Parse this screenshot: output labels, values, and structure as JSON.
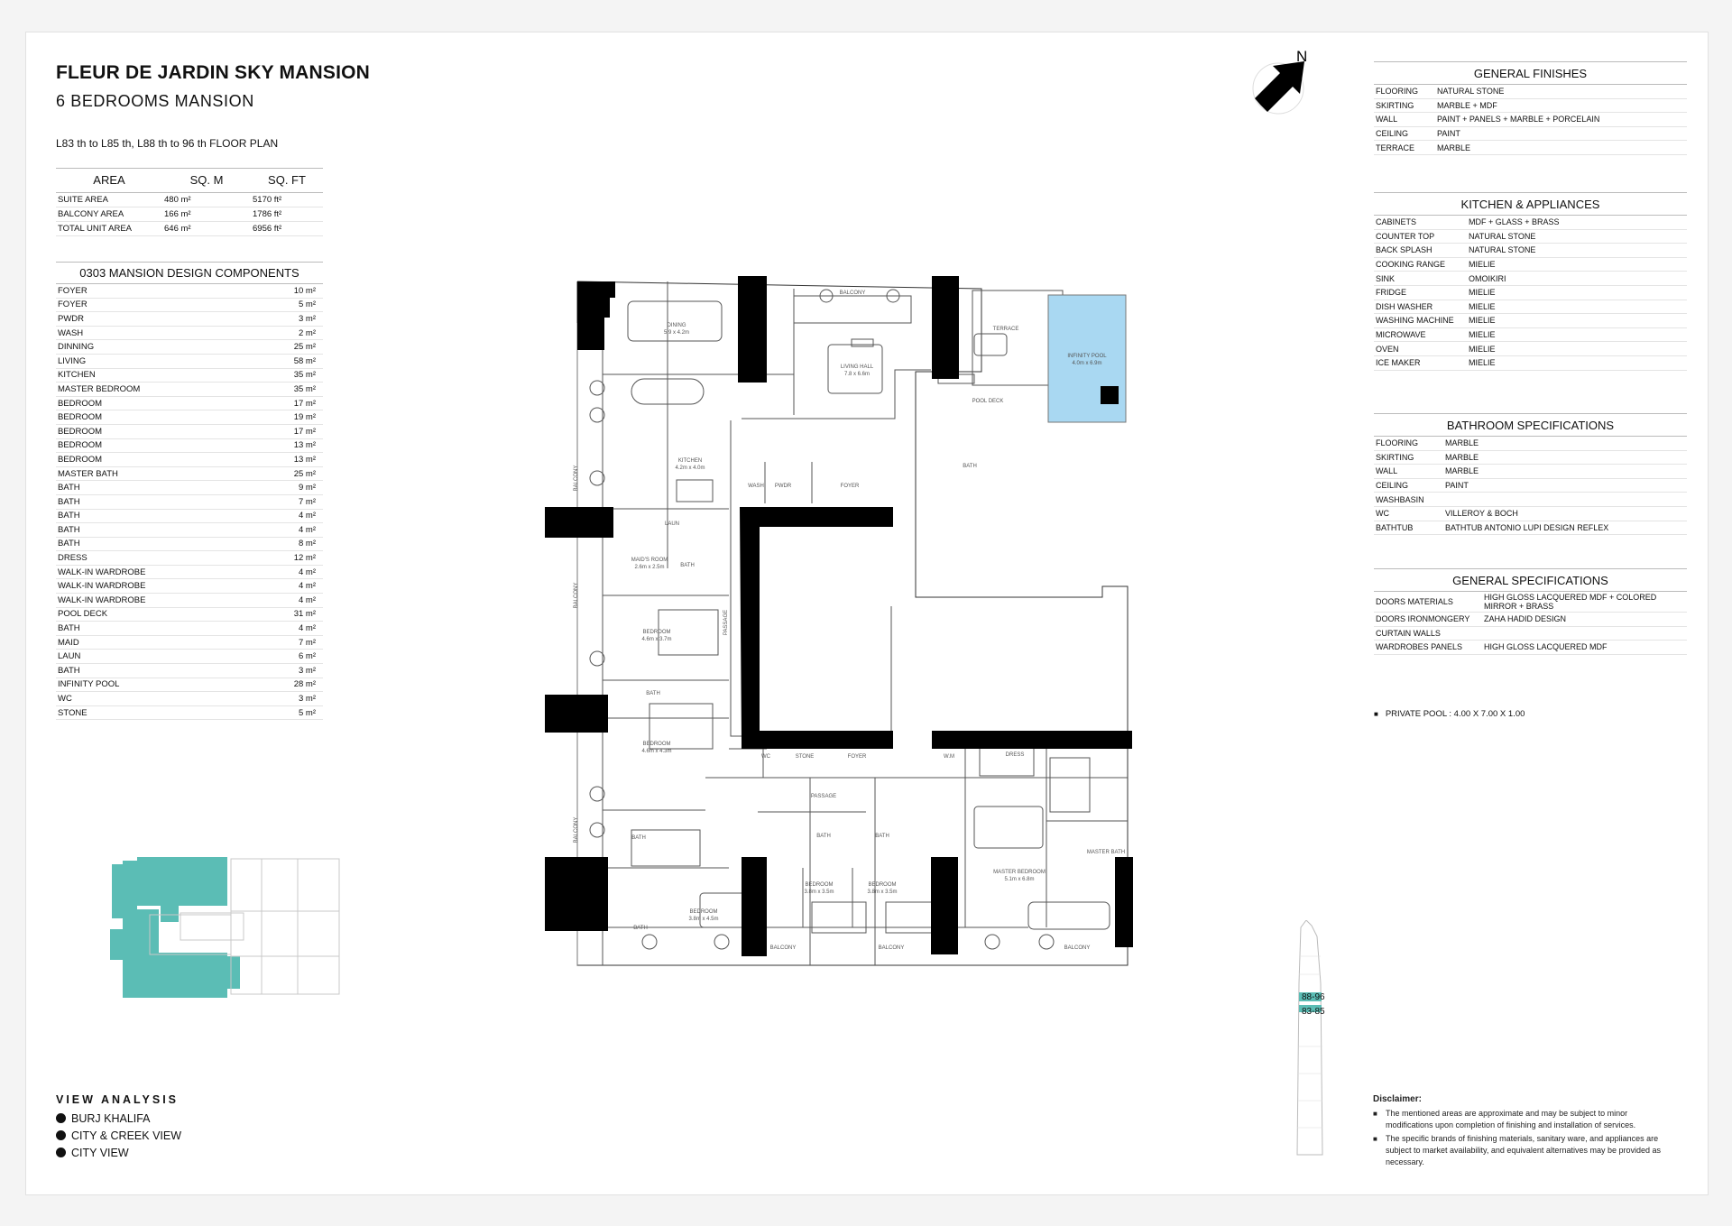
{
  "header": {
    "title": "FLEUR DE JARDIN SKY MANSION",
    "subtitle": "6 BEDROOMS MANSION",
    "floors": "L83 th to L85 th, L88 th to 96 th FLOOR PLAN"
  },
  "area_table": {
    "headers": [
      "AREA",
      "SQ. M",
      "SQ. FT"
    ],
    "rows": [
      [
        "SUITE AREA",
        "480 m²",
        "5170 ft²"
      ],
      [
        "BALCONY AREA",
        "166 m²",
        "1786 ft²"
      ],
      [
        "TOTAL UNIT AREA",
        "646 m²",
        "6956 ft²"
      ]
    ]
  },
  "components": {
    "title": "0303 MANSION DESIGN COMPONENTS",
    "rows": [
      [
        "FOYER",
        "10 m²"
      ],
      [
        "FOYER",
        "5 m²"
      ],
      [
        "PWDR",
        "3 m²"
      ],
      [
        "WASH",
        "2 m²"
      ],
      [
        "DINNING",
        "25 m²"
      ],
      [
        "LIVING",
        "58 m²"
      ],
      [
        "KITCHEN",
        "35 m²"
      ],
      [
        "MASTER BEDROOM",
        "35 m²"
      ],
      [
        "BEDROOM",
        "17 m²"
      ],
      [
        "BEDROOM",
        "19 m²"
      ],
      [
        "BEDROOM",
        "17 m²"
      ],
      [
        "BEDROOM",
        "13 m²"
      ],
      [
        "BEDROOM",
        "13 m²"
      ],
      [
        "MASTER BATH",
        "25 m²"
      ],
      [
        "BATH",
        "9 m²"
      ],
      [
        "BATH",
        "7 m²"
      ],
      [
        "BATH",
        "4 m²"
      ],
      [
        "BATH",
        "4 m²"
      ],
      [
        "BATH",
        "8 m²"
      ],
      [
        "DRESS",
        "12 m²"
      ],
      [
        "WALK-IN WARDROBE",
        "4 m²"
      ],
      [
        "WALK-IN WARDROBE",
        "4 m²"
      ],
      [
        "WALK-IN WARDROBE",
        "4 m²"
      ],
      [
        "POOL DECK",
        "31 m²"
      ],
      [
        "BATH",
        "4 m²"
      ],
      [
        "MAID",
        "7 m²"
      ],
      [
        "LAUN",
        "6 m²"
      ],
      [
        "BATH",
        "3 m²"
      ],
      [
        "INFINITY POOL",
        "28 m²"
      ],
      [
        "WC",
        "3 m²"
      ],
      [
        "STONE",
        "5 m²"
      ]
    ]
  },
  "compass": {
    "label": "N"
  },
  "specs": [
    {
      "title": "GENERAL FINISHES",
      "key_width": 68,
      "rows": [
        [
          "FLOORING",
          "NATURAL STONE"
        ],
        [
          "SKIRTING",
          "MARBLE + MDF"
        ],
        [
          "WALL",
          "PAINT + PANELS + MARBLE + PORCELAIN"
        ],
        [
          "CEILING",
          "PAINT"
        ],
        [
          "TERRACE",
          "MARBLE"
        ]
      ]
    },
    {
      "title": "KITCHEN & APPLIANCES",
      "key_width": 103,
      "rows": [
        [
          "CABINETS",
          "MDF + GLASS + BRASS"
        ],
        [
          "COUNTER TOP",
          "NATURAL STONE"
        ],
        [
          "BACK SPLASH",
          "NATURAL STONE"
        ],
        [
          "COOKING RANGE",
          "MIELIE"
        ],
        [
          "SINK",
          "OMOIKIRI"
        ],
        [
          "FRIDGE",
          "MIELIE"
        ],
        [
          "DISH WASHER",
          "MIELIE"
        ],
        [
          "WASHING MACHINE",
          "MIELIE"
        ],
        [
          "MICROWAVE",
          "MIELIE"
        ],
        [
          "OVEN",
          "MIELIE"
        ],
        [
          "ICE MAKER",
          "MIELIE"
        ]
      ]
    },
    {
      "title": "BATHROOM SPECIFICATIONS",
      "key_width": 77,
      "rows": [
        [
          "FLOORING",
          "MARBLE"
        ],
        [
          "SKIRTING",
          "MARBLE"
        ],
        [
          "WALL",
          "MARBLE"
        ],
        [
          "CEILING",
          "PAINT"
        ],
        [
          "WASHBASIN",
          ""
        ],
        [
          "WC",
          "VILLEROY & BOCH"
        ],
        [
          "BATHTUB",
          "BATHTUB ANTONIO LUPI DESIGN REFLEX"
        ]
      ]
    },
    {
      "title": "GENERAL SPECIFICATIONS",
      "key_width": 120,
      "rows": [
        [
          "DOORS MATERIALS",
          "HIGH GLOSS LACQUERED MDF + COLORED MIRROR + BRASS"
        ],
        [
          "DOORS IRONMONGERY",
          "ZAHA HADID DESIGN"
        ],
        [
          "CURTAIN WALLS",
          ""
        ],
        [
          "WARDROBES PANELS",
          "HIGH GLOSS LACQUERED MDF"
        ]
      ]
    }
  ],
  "pool_note": "PRIVATE POOL : 4.00 X 7.00 X 1.00",
  "disclaimer": {
    "title": "Disclaimer:",
    "items": [
      "The mentioned areas are approximate and may be subject to minor modifications upon completion of finishing and installation of services.",
      "The specific brands of finishing materials, sanitary ware, and appliances are subject to market availability, and equivalent alternatives may be provided as necessary."
    ]
  },
  "view_analysis": {
    "title": "VIEW ANALYSIS",
    "items": [
      "BURJ KHALIFA",
      "CITY & CREEK VIEW",
      "CITY VIEW"
    ]
  },
  "levels": {
    "upper": "88-96",
    "lower": "83-85"
  },
  "colors": {
    "accent": "#5bbdb5",
    "pool": "#a9d8f2",
    "wall": "#000000"
  },
  "plan_labels": {
    "dining": "DINING",
    "dining_dim": "5.9 x 4.2m",
    "balcony_top": "BALCONY",
    "living": "LIVING HALL",
    "living_dim": "7.8 x 6.6m",
    "terrace": "TERRACE",
    "pool": "INFINITY POOL",
    "pool_dim": "4.0m x 6.9m",
    "pool_deck": "POOL DECK",
    "kitchen": "KITCHEN",
    "kitchen_dim": "4.2m x 4.0m",
    "balcony_left1": "BALCONY",
    "wash": "WASH",
    "pwdr": "PWDR",
    "foyer": "FOYER",
    "bath_sm": "BATH",
    "laun": "LAUN",
    "maid": "MAID'S ROOM",
    "maid_dim": "2.6m x 2.5m",
    "bath_maid": "BATH",
    "balcony_left2": "BALCONY",
    "bedroom1": "BEDROOM",
    "bedroom1_dim": "4.6m x 3.7m",
    "passage_v": "PASSAGE",
    "bath1": "BATH",
    "bedroom2": "BEDROOM",
    "bedroom2_dim": "4.6m x 4.3m",
    "wc": "WC",
    "stone": "STONE",
    "foyer2": "FOYER",
    "wm": "W.M",
    "dress": "DRESS",
    "passage_h": "PASSAGE",
    "balcony_left3": "BALCONY",
    "bath2": "BATH",
    "bath3": "BATH",
    "bath4": "BATH",
    "master_bath": "MASTER BATH",
    "master_bed": "MASTER BEDROOM",
    "master_bed_dim": "5.1m x 6.8m",
    "bedroom3": "BEDROOM",
    "bedroom3_dim": "3.8m x 4.5m",
    "bedroom4": "BEDROOM",
    "bedroom4_dim": "3.8m x 3.5m",
    "bedroom5": "BEDROOM",
    "bedroom5_dim": "3.8m x 3.5m",
    "bath5": "BATH",
    "balcony_b1": "BALCONY",
    "balcony_b2": "BALCONY",
    "balcony_b3": "BALCONY"
  }
}
